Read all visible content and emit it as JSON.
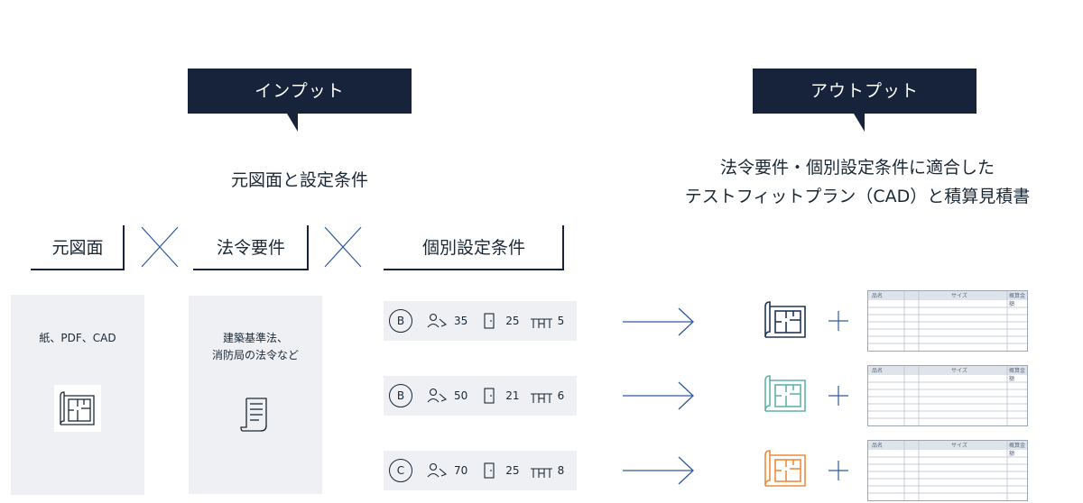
{
  "input": {
    "bubble_label": "インプット",
    "heading": "元図面と設定条件",
    "factors": [
      "元図面",
      "法令要件",
      "個別設定条件"
    ],
    "cards": [
      {
        "text": "紙、PDF、CAD",
        "icon": "floor-plan-icon"
      },
      {
        "text_lines": [
          "建築基準法、",
          "消防局の法令など"
        ],
        "icon": "document-scroll-icon"
      }
    ],
    "condition_rows": [
      {
        "grade": "B",
        "persons": "35",
        "doors": "25",
        "seats": "5"
      },
      {
        "grade": "B",
        "persons": "50",
        "doors": "21",
        "seats": "6"
      },
      {
        "grade": "C",
        "persons": "70",
        "doors": "25",
        "seats": "8"
      }
    ]
  },
  "output": {
    "bubble_label": "アウトプット",
    "heading_lines": [
      "法令要件・個別設定条件に適合した",
      "テストフィットプラン（CAD）と積算見積書"
    ],
    "sheet_headers": [
      "品名",
      "サイズ",
      "概算金額"
    ],
    "variant_colors": [
      "#1f3556",
      "#5fb4a8",
      "#ee8a3c"
    ]
  },
  "colors": {
    "navy": "#16233a",
    "arrow": "#2f5aa0",
    "card_bg": "#eef0f3"
  }
}
